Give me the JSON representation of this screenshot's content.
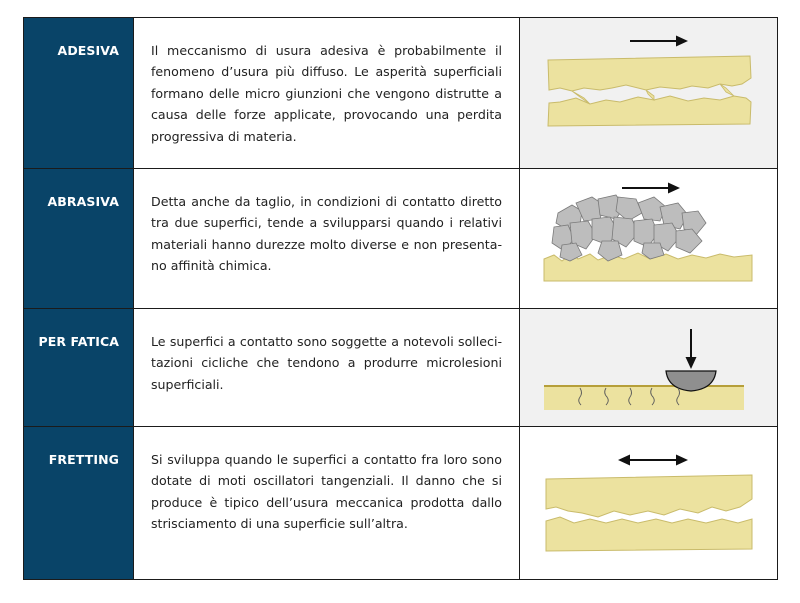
{
  "rows": [
    {
      "label": "ADESIVA",
      "text": "Il meccanismo di usura adesiva è probabilmente il fenomeno d’usura più diffuso. Le asperità superficiali formano delle micro giunzioni che vengono distrutte a causa delle forze applicate, provocando una perdita progressiva di materia.",
      "illustration": "adhesive-wear-illustration"
    },
    {
      "label": "ABRASIVA",
      "text": "Detta anche da taglio, in condizioni di contatto diretto tra due superfici, tende a svilupparsi quando i relativi materiali hanno durezze molto diverse e non presenta-no affinità chimica.",
      "illustration": "abrasive-wear-illustration"
    },
    {
      "label": "PER FATICA",
      "text": "Le superfici a contatto sono soggette a notevoli solleci-tazioni cicliche che tendono a produrre microlesioni superficiali.",
      "illustration": "fatigue-wear-illustration"
    },
    {
      "label": "FRETTING",
      "text": "Si sviluppa quando le superfici a contatto fra loro sono dotate di moti oscillatori tangenziali.  Il danno che si produce è tipico dell’usura meccanica prodotta dallo strisciamento di una superficie sull’altra.",
      "illustration": "fretting-wear-illustration"
    }
  ],
  "colors": {
    "label_bg": "#094468",
    "label_text": "#ffffff",
    "illustration_bg": "#f1f1f1",
    "material": "#ece29f",
    "material_edge": "#c9bb6b",
    "debris": "#b8b8b8",
    "indenter": "#8f8f8f"
  }
}
